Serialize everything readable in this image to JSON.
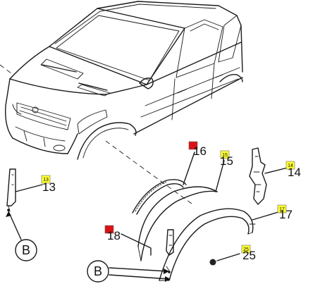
{
  "callouts": [
    {
      "id": "13",
      "badge": "13",
      "badge_color": "#ffff33"
    },
    {
      "id": "14",
      "badge": "14",
      "badge_color": "#ffff33"
    },
    {
      "id": "15",
      "badge": "15",
      "badge_color": "#ffff33"
    },
    {
      "id": "16",
      "badge": "",
      "badge_color": "#dd1111"
    },
    {
      "id": "17",
      "badge": "17",
      "badge_color": "#ffff33"
    },
    {
      "id": "18",
      "badge": "",
      "badge_color": "#dd1111"
    },
    {
      "id": "25",
      "badge": "25",
      "badge_color": "#ffff33"
    }
  ],
  "view_labels": {
    "left": "B",
    "bottom": "B"
  }
}
